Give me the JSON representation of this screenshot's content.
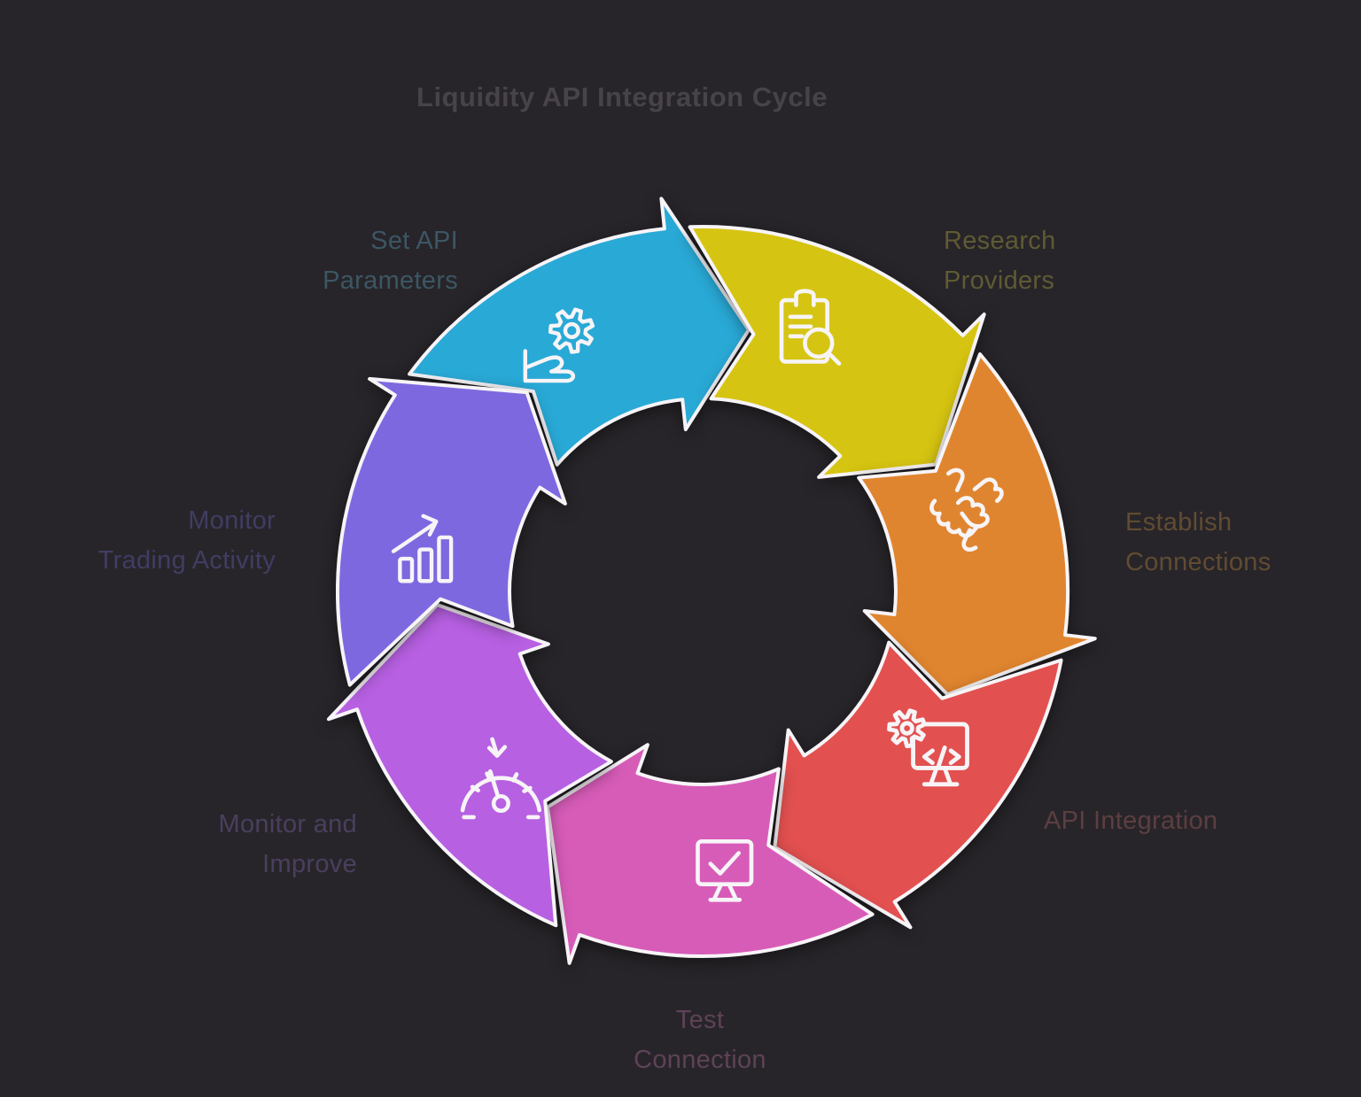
{
  "background": "#272529",
  "title": {
    "text": "Liquidity API Integration Cycle",
    "color": "#474349"
  },
  "diagram": {
    "type": "cycle",
    "direction": "clockwise",
    "segment_count": 7,
    "outline_color": "#f7f4f7",
    "steps": [
      {
        "label": "Set API Parameters",
        "lines": [
          "Set API",
          "Parameters"
        ],
        "color": "#29a9d6",
        "label_color": "#3c5664",
        "icon": "gear-hand-icon"
      },
      {
        "label": "Research Providers",
        "lines": [
          "Research",
          "Providers"
        ],
        "color": "#d6c412",
        "label_color": "#5f5a34",
        "icon": "clipboard-search-icon"
      },
      {
        "label": "Establish Connections",
        "lines": [
          "Establish",
          "Connections"
        ],
        "color": "#e0852f",
        "label_color": "#614b33",
        "icon": "handshake-icon"
      },
      {
        "label": "API Integration",
        "lines": [
          "API Integration"
        ],
        "color": "#e25050",
        "label_color": "#5d3e41",
        "icon": "monitor-gear-code-icon"
      },
      {
        "label": "Test Connection",
        "lines": [
          "Test",
          "Connection"
        ],
        "color": "#d75cb8",
        "label_color": "#5e4258",
        "icon": "monitor-check-icon"
      },
      {
        "label": "Monitor and Improve",
        "lines": [
          "Monitor and",
          "Improve"
        ],
        "color": "#b760e2",
        "label_color": "#4a3f5e",
        "icon": "gauge-icon"
      },
      {
        "label": "Monitor Trading Activity",
        "lines": [
          "Monitor",
          "Trading Activity"
        ],
        "color": "#7e68e0",
        "label_color": "#403d63",
        "icon": "chart-up-icon"
      }
    ]
  }
}
